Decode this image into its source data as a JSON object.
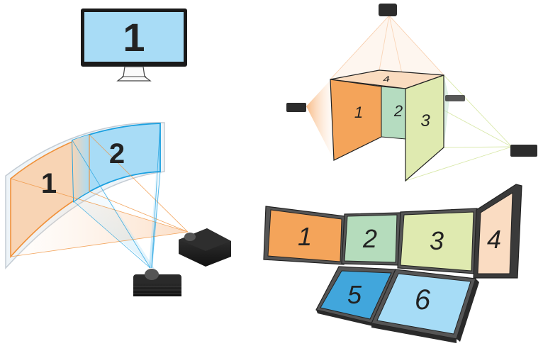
{
  "single_monitor": {
    "label": "1",
    "screen_color": "#a8dcf6"
  },
  "curved_projection": {
    "panels": [
      {
        "label": "1",
        "color": "#f8d4b4",
        "edge": "#f0913a"
      },
      {
        "label": "2",
        "color": "#a8dcf6",
        "edge": "#1aa0e0"
      }
    ]
  },
  "cave_projection": {
    "panels": [
      {
        "label": "1",
        "color": "#f4a45a"
      },
      {
        "label": "2",
        "color": "#b5dcc0"
      },
      {
        "label": "3",
        "color": "#dfeab0"
      },
      {
        "label": "4",
        "color": "#fadcc0"
      }
    ]
  },
  "video_wall": {
    "panels": [
      {
        "label": "1",
        "color": "#f4a45a"
      },
      {
        "label": "2",
        "color": "#b5dcbc"
      },
      {
        "label": "3",
        "color": "#dfeab0"
      },
      {
        "label": "4",
        "color": "#fadcc2"
      },
      {
        "label": "5",
        "color": "#41a6dc"
      },
      {
        "label": "6",
        "color": "#a6dcf6"
      }
    ]
  }
}
